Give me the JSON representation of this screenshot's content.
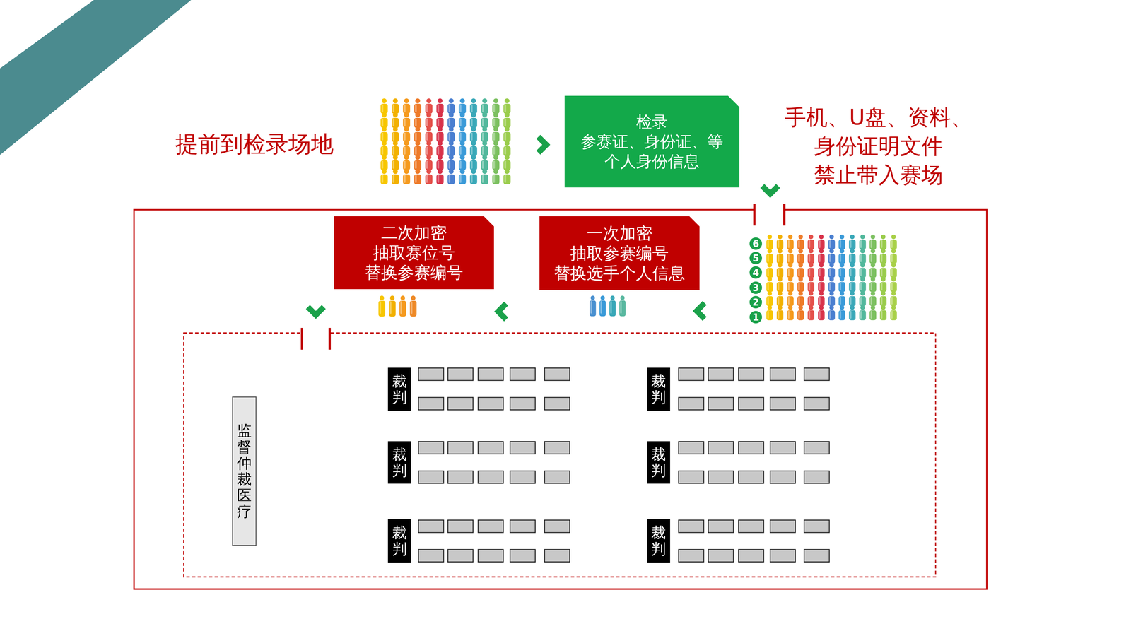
{
  "diagram": {
    "nodes": [
      {
        "text": [
          "检录",
          "参赛证、身份证、等 个人身份信息"
        ]
      },
      {
        "text": [
          "二次加密 抽取赛位号 替换参赛编号"
        ]
      },
      {
        "text": [
          "一次加密 抽取参赛编号 替换选手个人信息"
        ]
      },
      {
        "text": [
          "监督 仲裁 医疗"
        ]
      },
      {
        "text": [
          "裁判"
        ]
      },
      {
        "text": [
          "裁判"
        ]
      },
      {
        "text": [
          "裁判"
        ]
      },
      {
        "text": [
          "裁判"
        ]
      },
      {
        "text": [
          "裁判"
        ]
      },
      {
        "text": [
          "裁判"
        ]
      }
    ],
    "labels": [
      "提前到检录场地",
      "手机、U盘、资料、 身份证明文件 禁止带入赛场",
      "6",
      "5",
      "4",
      "3",
      "2",
      "1"
    ]
  }
}
